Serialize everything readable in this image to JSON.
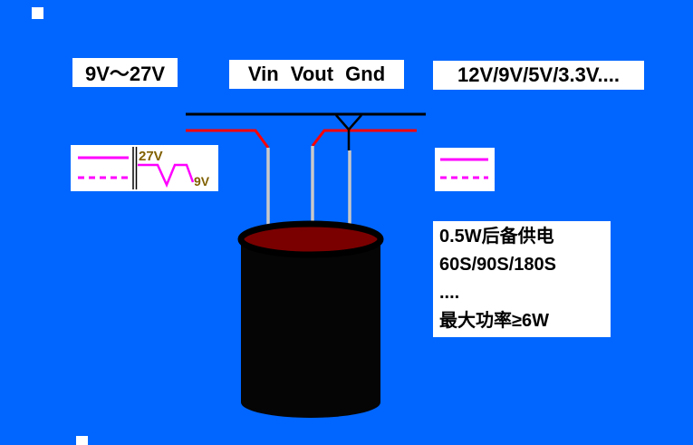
{
  "header": {
    "input_range": "9V～27V",
    "pin_labels": "Vin Vout Gnd",
    "output_options": "12V/9V/5V/3.3V...."
  },
  "waveform_left": {
    "high_label": "27V",
    "low_label": "9V"
  },
  "spec_box": {
    "lines": [
      "0.5W后备供电",
      "60S/90S/180S",
      "....",
      "最大功率≥6W"
    ]
  },
  "colors": {
    "background": "#0066FF",
    "magenta": "#FF00FF",
    "wire_red": "#FF0000",
    "wire_black": "#000000",
    "lead_gray": "#C9C9C9",
    "capacitor_top": "#7A0000",
    "capacitor_body": "#050505",
    "wave_label_color": "#806000"
  }
}
